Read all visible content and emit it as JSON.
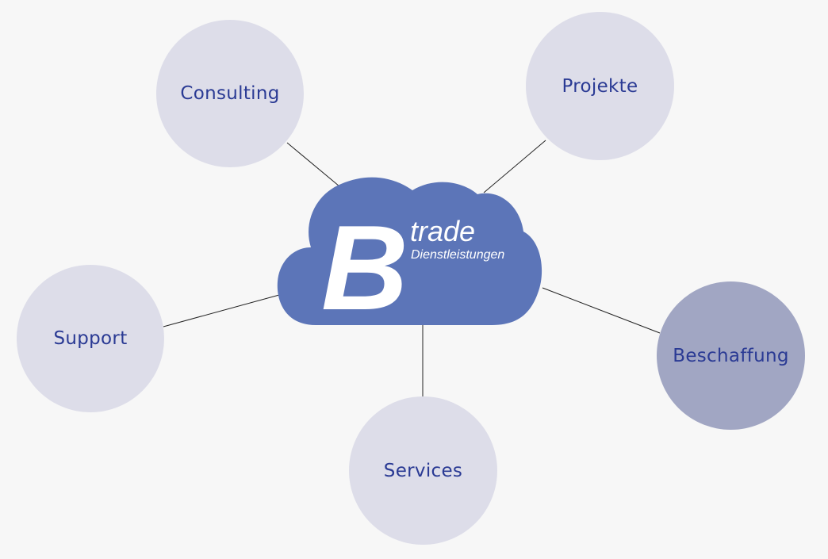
{
  "center": {
    "logo_letter": "B",
    "logo_word": "trade",
    "logo_tagline": "Dienstleistungen"
  },
  "nodes": [
    {
      "id": "consulting",
      "label": "Consulting",
      "state": "normal"
    },
    {
      "id": "projekte",
      "label": "Projekte",
      "state": "normal"
    },
    {
      "id": "support",
      "label": "Support",
      "state": "normal"
    },
    {
      "id": "services",
      "label": "Services",
      "state": "normal"
    },
    {
      "id": "beschaffung",
      "label": "Beschaffung",
      "state": "highlighted"
    }
  ],
  "colors": {
    "background": "#f7f7f7",
    "cloud": "#5c75b8",
    "node_fill": "#dddde9",
    "node_fill_highlighted": "#a1a6c3",
    "node_text": "#2a3a94",
    "connector": "#222222",
    "logo_text": "#ffffff"
  }
}
